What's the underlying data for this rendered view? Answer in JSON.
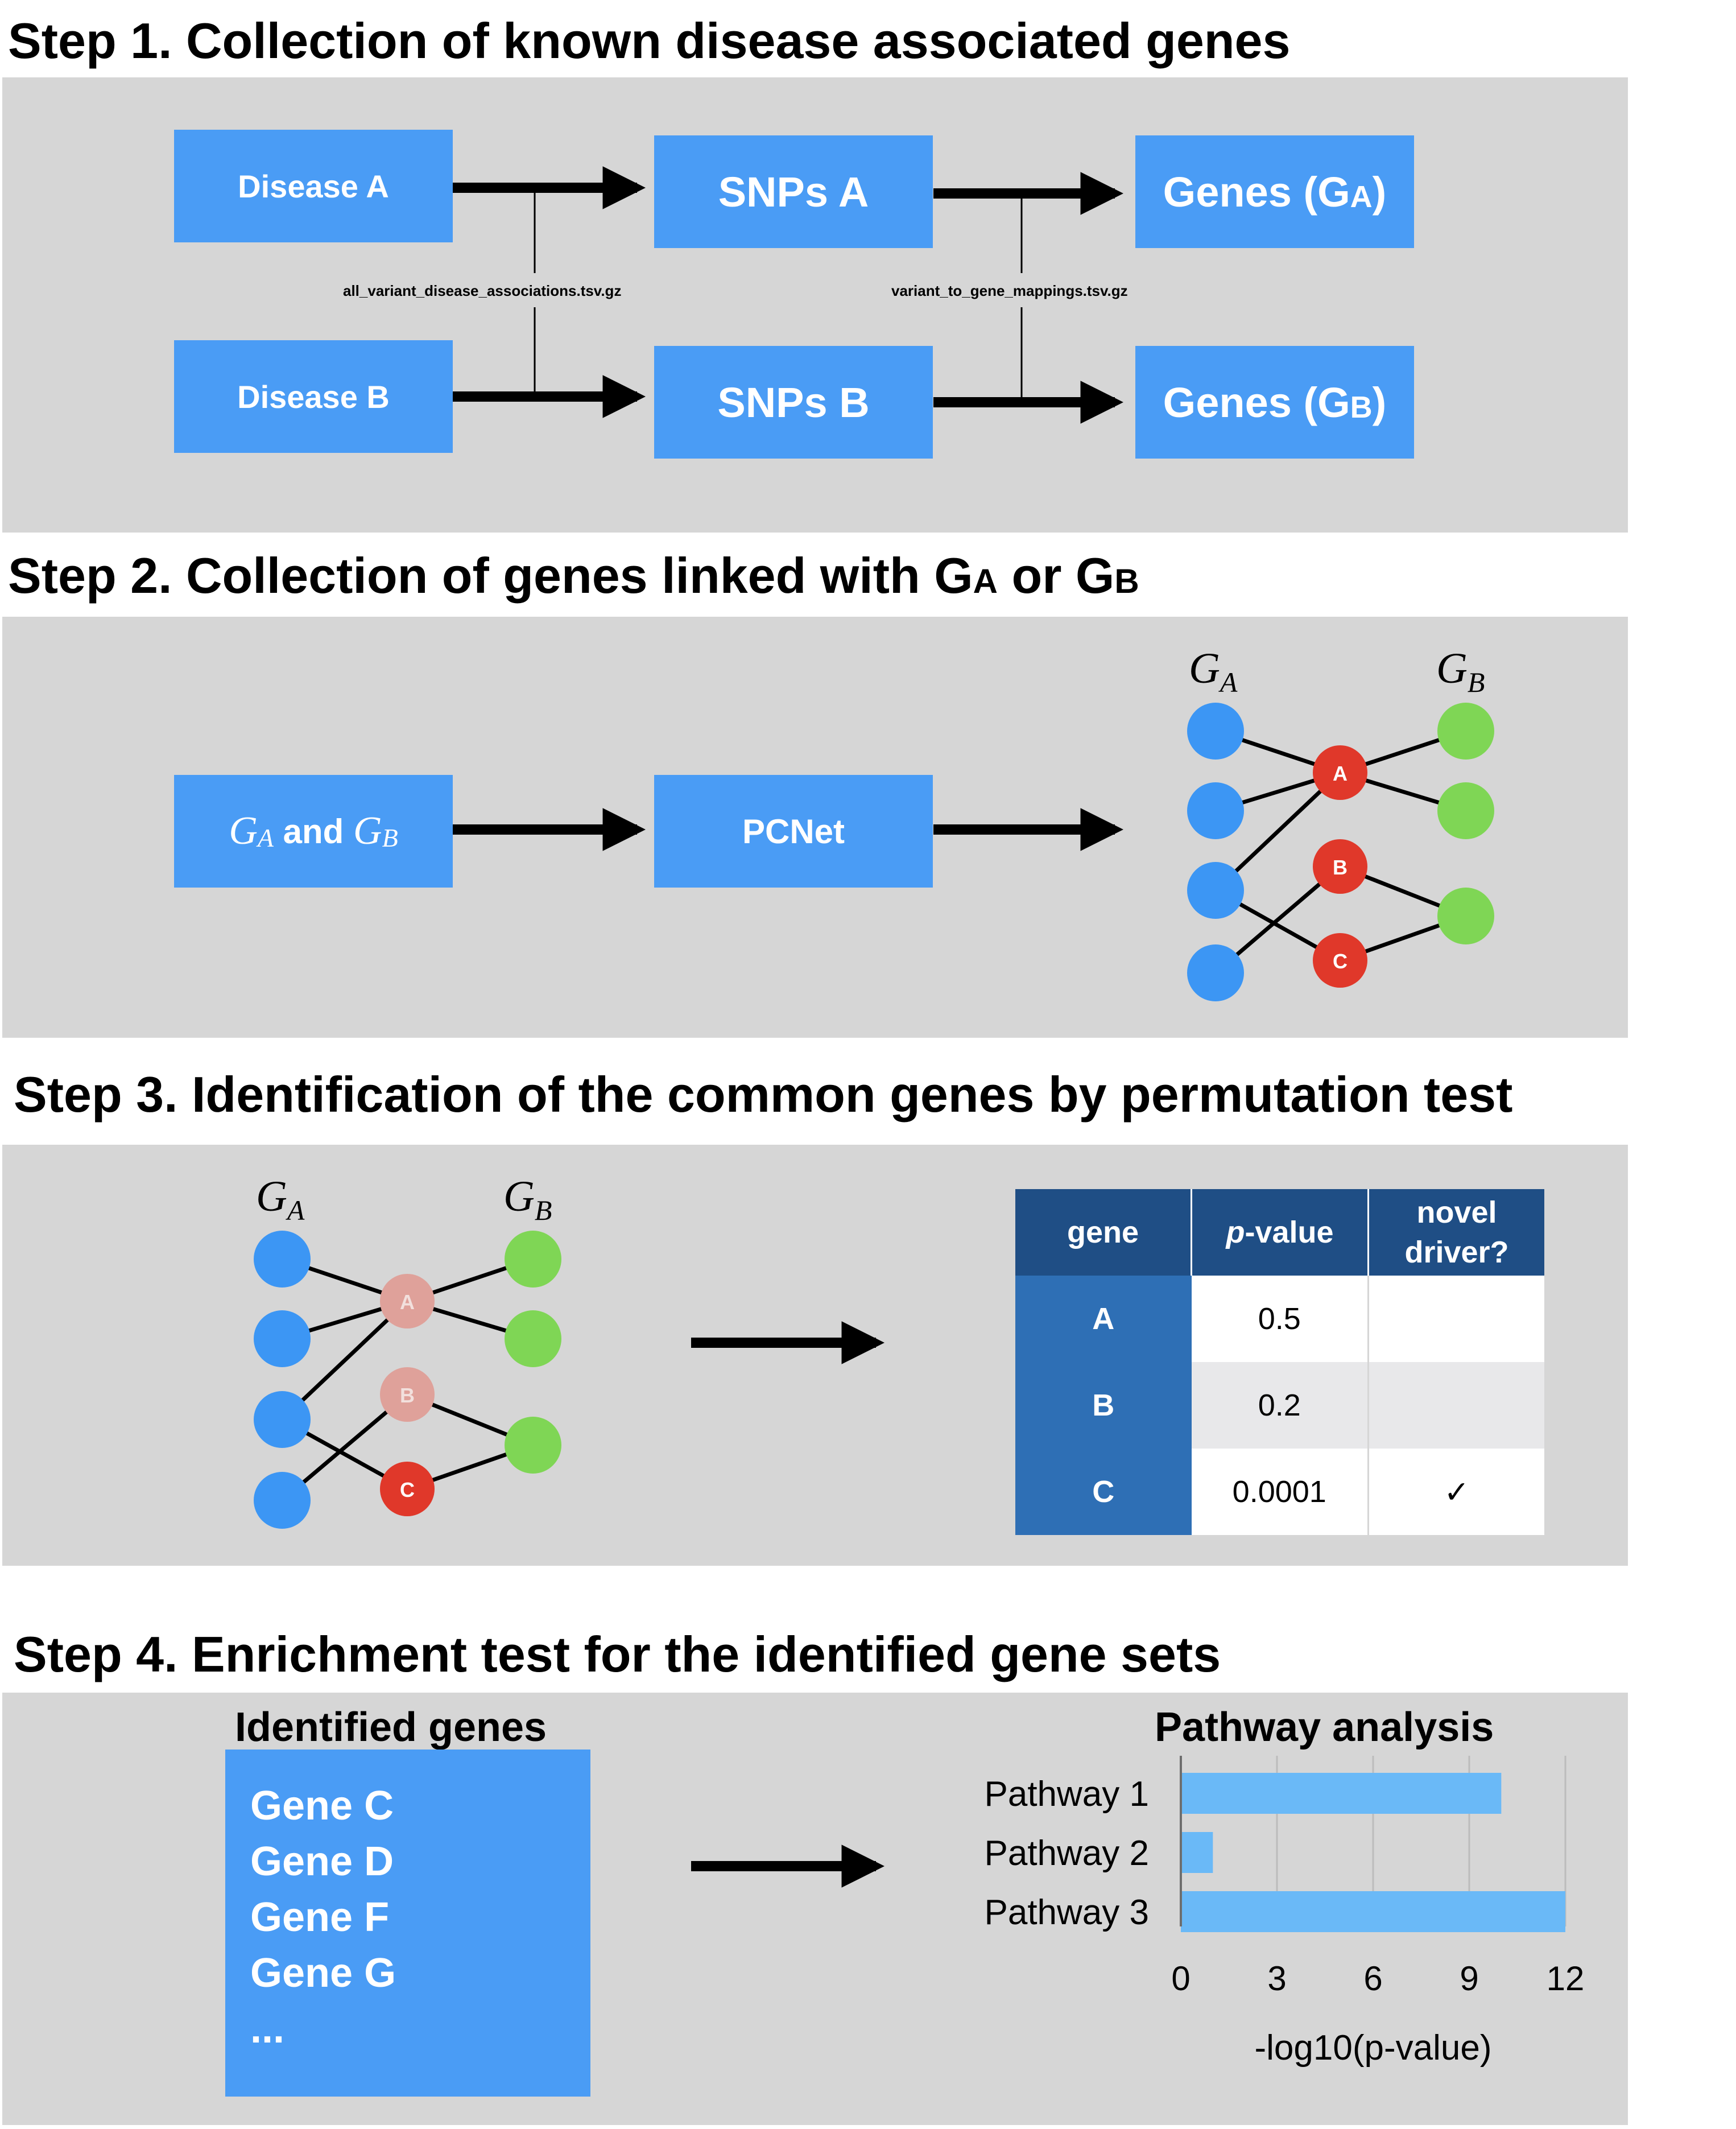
{
  "colors": {
    "panel_bg": "#d6d6d6",
    "box_blue": "#4a9cf5",
    "node_blue": "#3c96f4",
    "node_green": "#7fd655",
    "node_red": "#e0382a",
    "node_red_faded": "#dfa19a",
    "table_header": "#1f4e85",
    "table_rowhead": "#2e6fb5",
    "bar": "#6ab9f7"
  },
  "step1": {
    "title": "Step 1. Collection of known disease associated genes",
    "disease_a": "Disease A",
    "disease_b": "Disease B",
    "snps_a": "SNPs A",
    "snps_b": "SNPs B",
    "genes_a_prefix": "Genes (G",
    "genes_a_sub": "A",
    "genes_a_suffix": ")",
    "genes_b_prefix": "Genes (G",
    "genes_b_sub": "B",
    "genes_b_suffix": ")",
    "file1": "all_variant_disease_associations.tsv.gz",
    "file2": "variant_to_gene_mappings.tsv.gz"
  },
  "step2": {
    "title_prefix": "Step 2. Collection of genes linked with G",
    "title_sub_a": "A",
    "title_mid": " or G",
    "title_sub_b": "B",
    "input_g1": "G",
    "input_sub1": "A",
    "input_and": " and ",
    "input_g2": "G",
    "input_sub2": "B",
    "pcnet": "PCNet",
    "net_label_a": "G",
    "net_label_a_sub": "A",
    "net_label_b": "G",
    "net_label_b_sub": "B",
    "node_a": "A",
    "node_b": "B",
    "node_c": "C"
  },
  "step3": {
    "title": "Step 3. Identification of the common genes by permutation test",
    "net_label_a": "G",
    "net_label_a_sub": "A",
    "net_label_b": "G",
    "net_label_b_sub": "B",
    "node_a": "A",
    "node_b": "B",
    "node_c": "C",
    "table": {
      "header_gene": "gene",
      "header_pvalue_italic": "p",
      "header_pvalue_rest": "-value",
      "header_novel_line1": "novel",
      "header_novel_line2": "driver?",
      "rows": [
        {
          "gene": "A",
          "pvalue": "0.5",
          "novel": ""
        },
        {
          "gene": "B",
          "pvalue": "0.2",
          "novel": ""
        },
        {
          "gene": "C",
          "pvalue": "0.0001",
          "novel": "✓"
        }
      ]
    }
  },
  "step4": {
    "title": "Step 4. Enrichment test for the identified gene sets",
    "identified_title": "Identified genes",
    "genes": [
      "Gene C",
      "Gene D",
      "Gene F",
      "Gene G",
      "..."
    ],
    "pathway_title": "Pathway analysis"
  },
  "chart_data": {
    "type": "bar",
    "orientation": "horizontal",
    "title": "Pathway analysis",
    "categories": [
      "Pathway 1",
      "Pathway 2",
      "Pathway 3"
    ],
    "values": [
      10,
      1,
      12
    ],
    "xlabel": "-log10(p-value)",
    "ylabel": "",
    "xlim": [
      0,
      12
    ],
    "xticks": [
      "0",
      "3",
      "6",
      "9",
      "12"
    ],
    "grid": true
  }
}
